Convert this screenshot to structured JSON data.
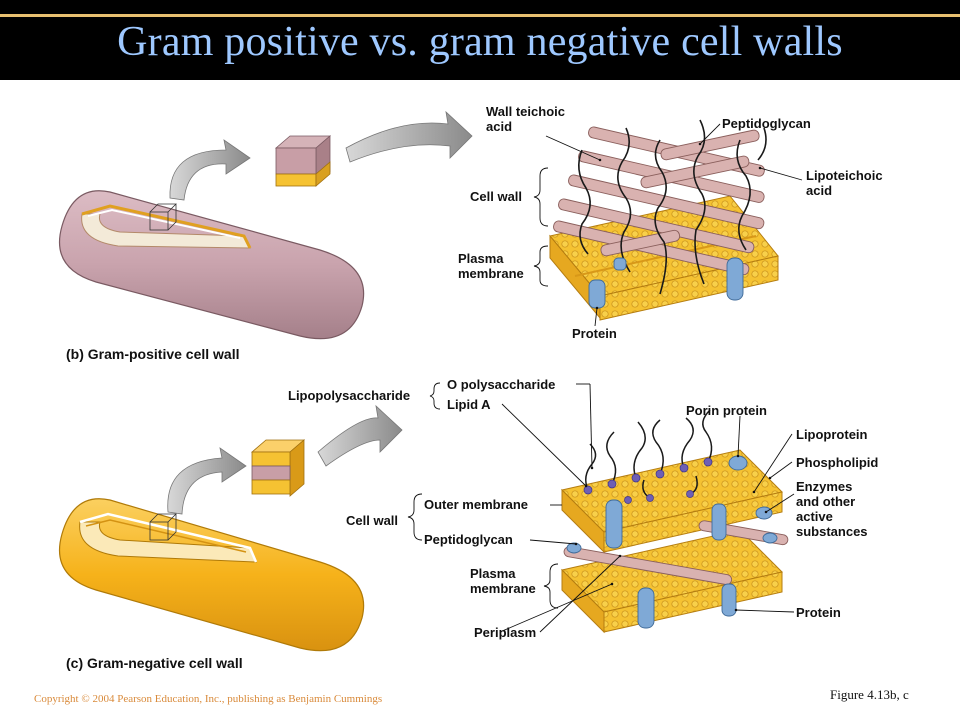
{
  "title": "Gram positive vs. gram negative cell walls",
  "gram_positive": {
    "caption": "(b) Gram-positive cell wall",
    "labels": {
      "wall_teichoic_acid": [
        "Wall teichoic",
        "acid"
      ],
      "peptidoglycan": "Peptidoglycan",
      "lipoteichoic_acid": [
        "Lipoteichoic",
        "acid"
      ],
      "cell_wall": "Cell wall",
      "plasma_membrane": [
        "Plasma",
        "membrane"
      ],
      "protein": "Protein"
    }
  },
  "gram_negative": {
    "caption": "(c) Gram-negative cell wall",
    "labels": {
      "lipopolysaccharide": "Lipopolysaccharide",
      "o_polysaccharide": "O polysaccharide",
      "lipid_a": "Lipid A",
      "porin_protein": "Porin protein",
      "lipoprotein": "Lipoprotein",
      "phospholipid": "Phospholipid",
      "enzymes": [
        "Enzymes",
        "and other",
        "active",
        "substances"
      ],
      "cell_wall": "Cell wall",
      "outer_membrane": "Outer membrane",
      "peptidoglycan": "Peptidoglycan",
      "plasma_membrane": [
        "Plasma",
        "membrane"
      ],
      "protein": "Protein",
      "periplasm": "Periplasm"
    }
  },
  "copyright": "Copyright © 2004 Pearson Education, Inc., publishing as Benjamin Cummings",
  "figure_ref": "Figure 4.13b, c",
  "colors": {
    "title_text": "#9ec8ff",
    "title_bg": "#000000",
    "title_rule": "#e8c070",
    "membrane_yellow": "#f5c232",
    "peptidoglycan_pink": "#d9b2b0",
    "gram_positive_cell": "#c9a3ad",
    "gram_negative_cell": "#f6b21a",
    "protein_blue": "#7fa9d6",
    "lps_purple": "#6e5fb5",
    "copyright_text": "#d98a3a"
  }
}
